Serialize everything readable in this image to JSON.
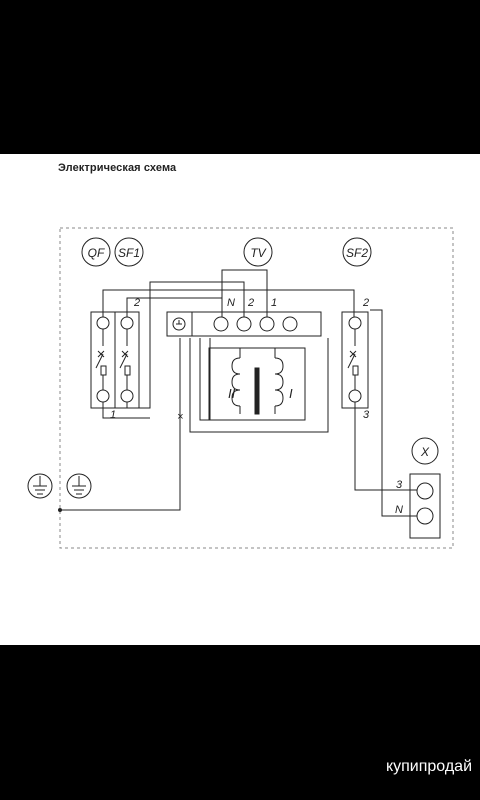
{
  "title": "Электрическая схема",
  "labels": {
    "qf": "QF",
    "sf1": "SF1",
    "tv": "TV",
    "sf2": "SF2",
    "x": "X",
    "wire_2_left": "2",
    "wire_1_left": "1",
    "tv_n": "N",
    "tv_2": "2",
    "tv_1": "1",
    "wire_2_right": "2",
    "wire_3_right": "3",
    "term_3": "3",
    "term_n": "N",
    "coil_ii": "II",
    "coil_i": "I"
  },
  "watermark": "купипродай"
}
